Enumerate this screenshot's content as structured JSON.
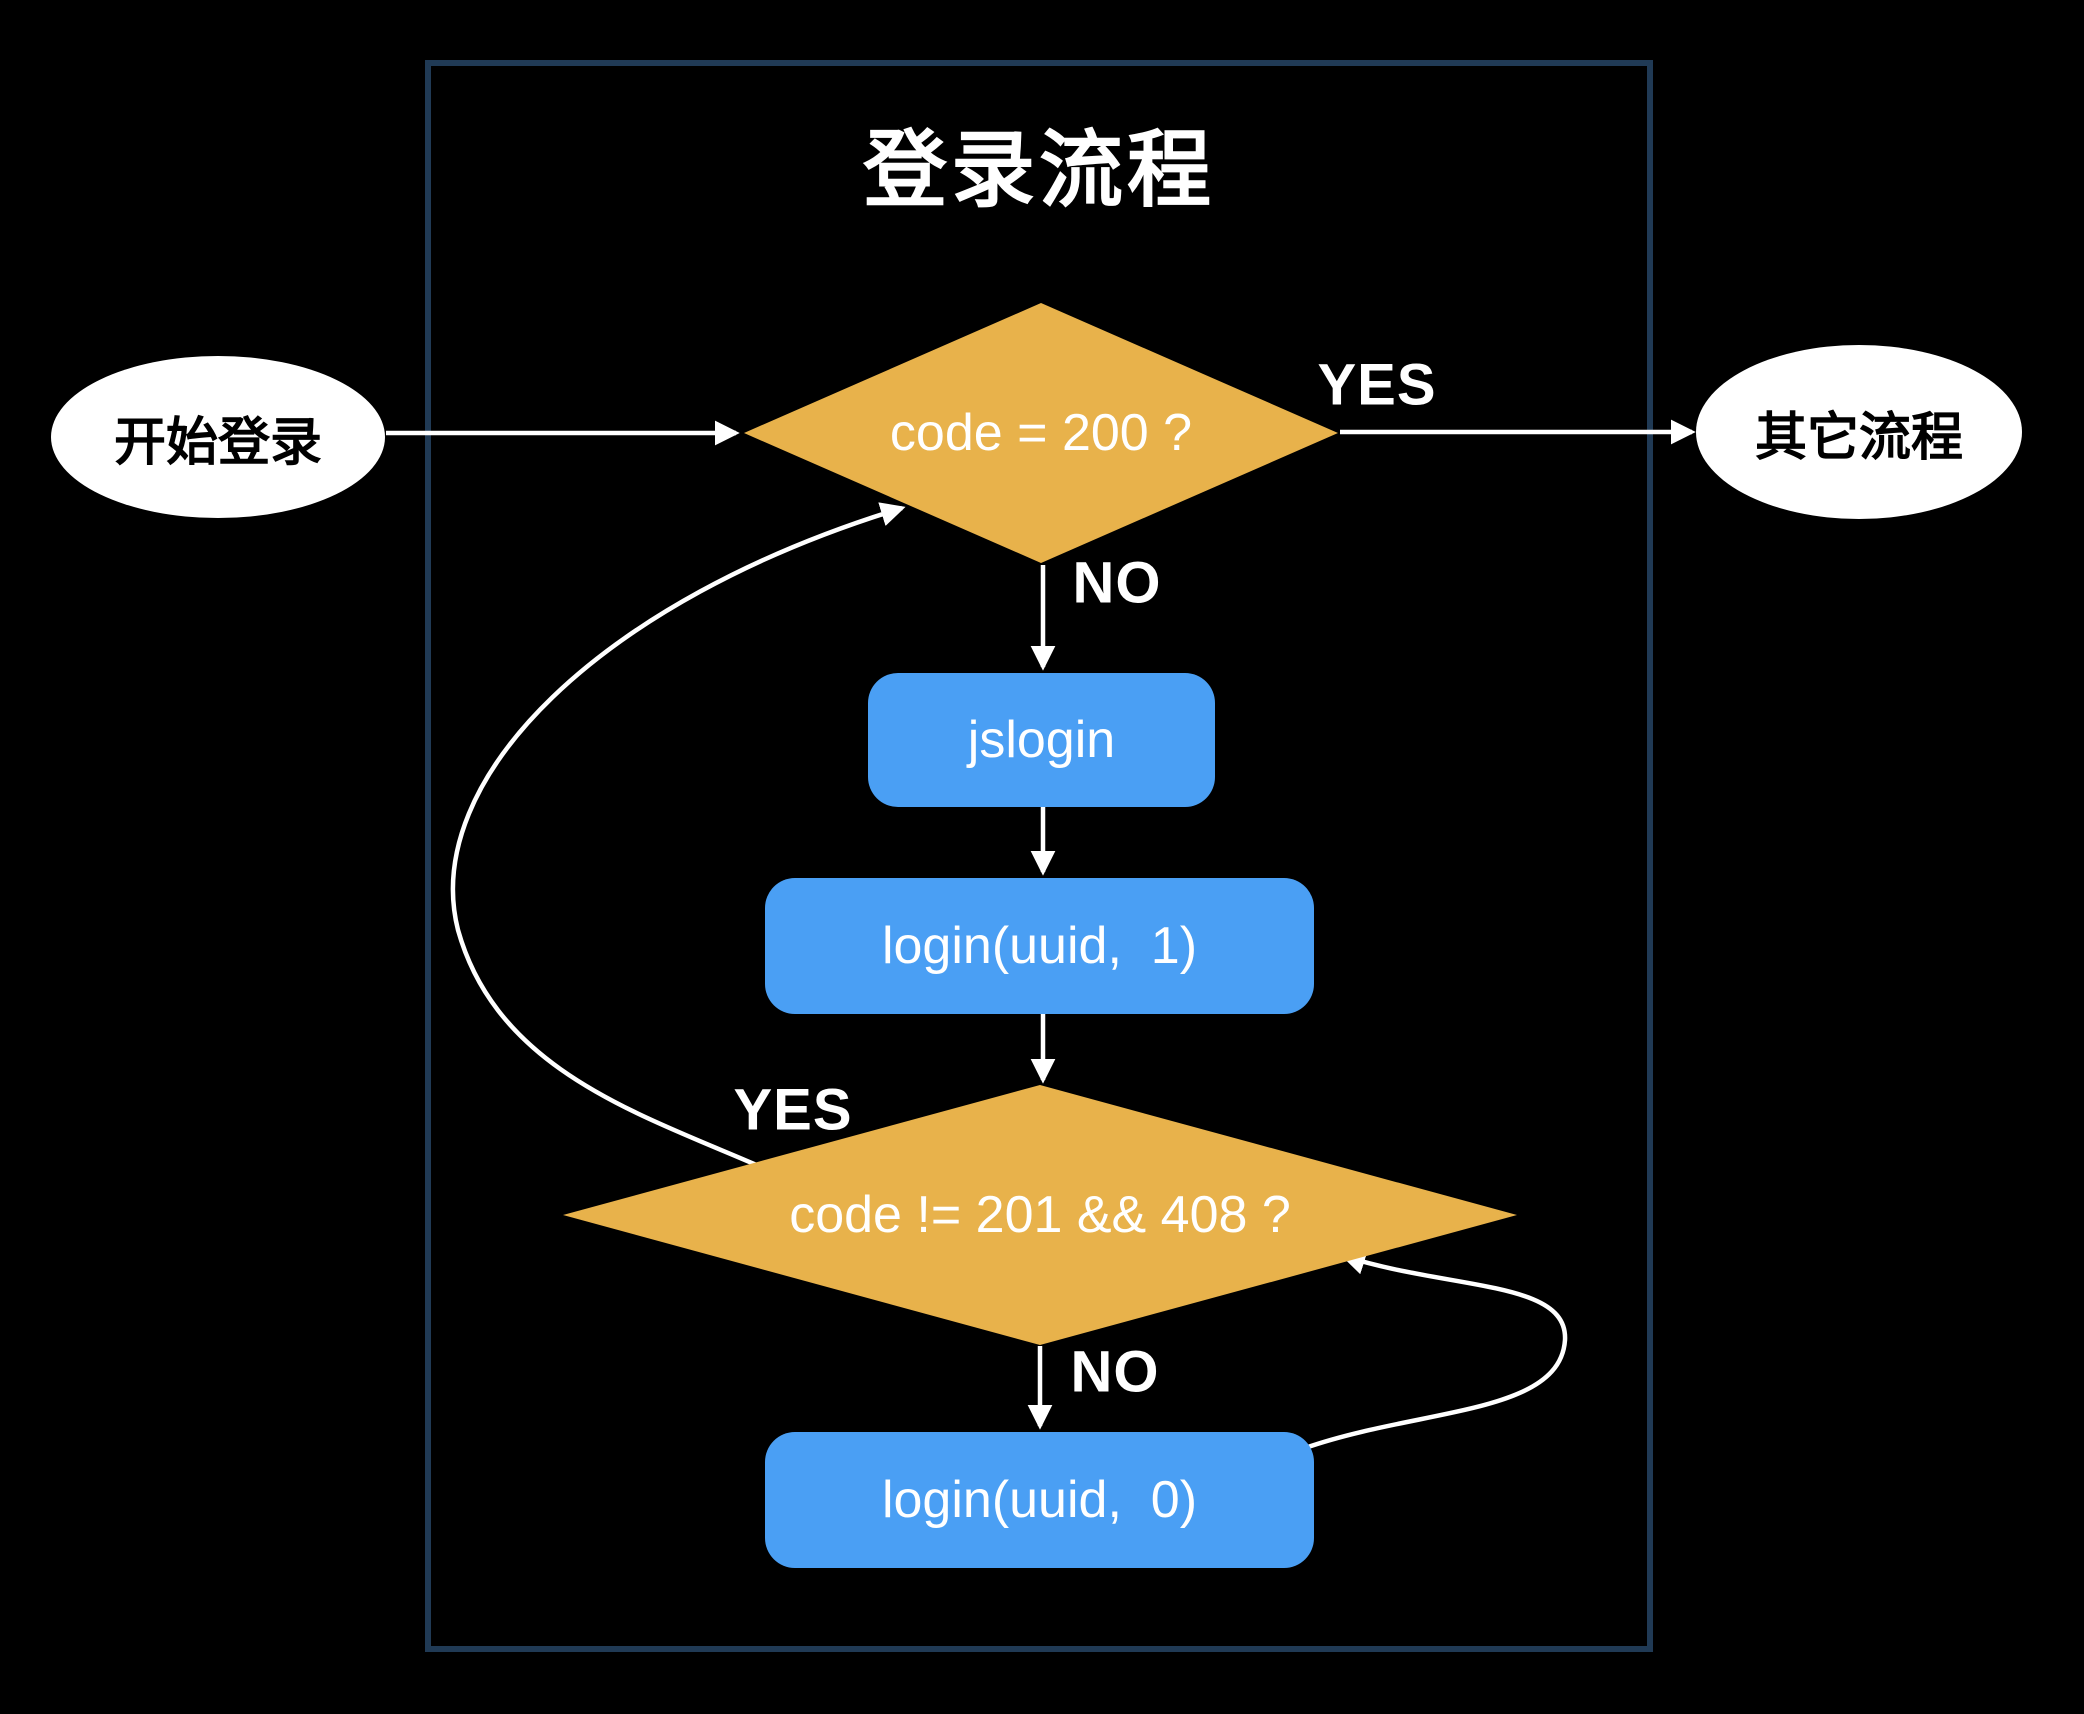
{
  "diagram": {
    "title": "登录流程",
    "type": "flowchart"
  },
  "colors": {
    "background": "#000000",
    "frame_border": "#203a55",
    "decision_fill": "#e8b24b",
    "process_fill": "#4a9ff4",
    "terminal_fill": "#ffffff",
    "edge_stroke": "#ffffff",
    "title_text": "#ffffff",
    "terminal_text": "#000000",
    "node_text": "#ffffff"
  },
  "nodes": {
    "start": {
      "label": "开始登录",
      "type": "terminal"
    },
    "code200": {
      "label": "code = 200 ?",
      "type": "decision"
    },
    "other": {
      "label": "其它流程",
      "type": "terminal"
    },
    "jslogin": {
      "label": "jslogin",
      "type": "process"
    },
    "login1": {
      "label": "login(uuid,  1)",
      "type": "process"
    },
    "code201": {
      "label": "code != 201 && 408 ?",
      "type": "decision"
    },
    "login0": {
      "label": "login(uuid,  0)",
      "type": "process"
    }
  },
  "edges": {
    "code200_yes": {
      "label": "YES",
      "from": "code200",
      "to": "other"
    },
    "code200_no": {
      "label": "NO",
      "from": "code200",
      "to": "jslogin"
    },
    "code201_yes": {
      "label": "YES",
      "from": "code201",
      "to": "code200"
    },
    "code201_no": {
      "label": "NO",
      "from": "code201",
      "to": "login0"
    }
  }
}
